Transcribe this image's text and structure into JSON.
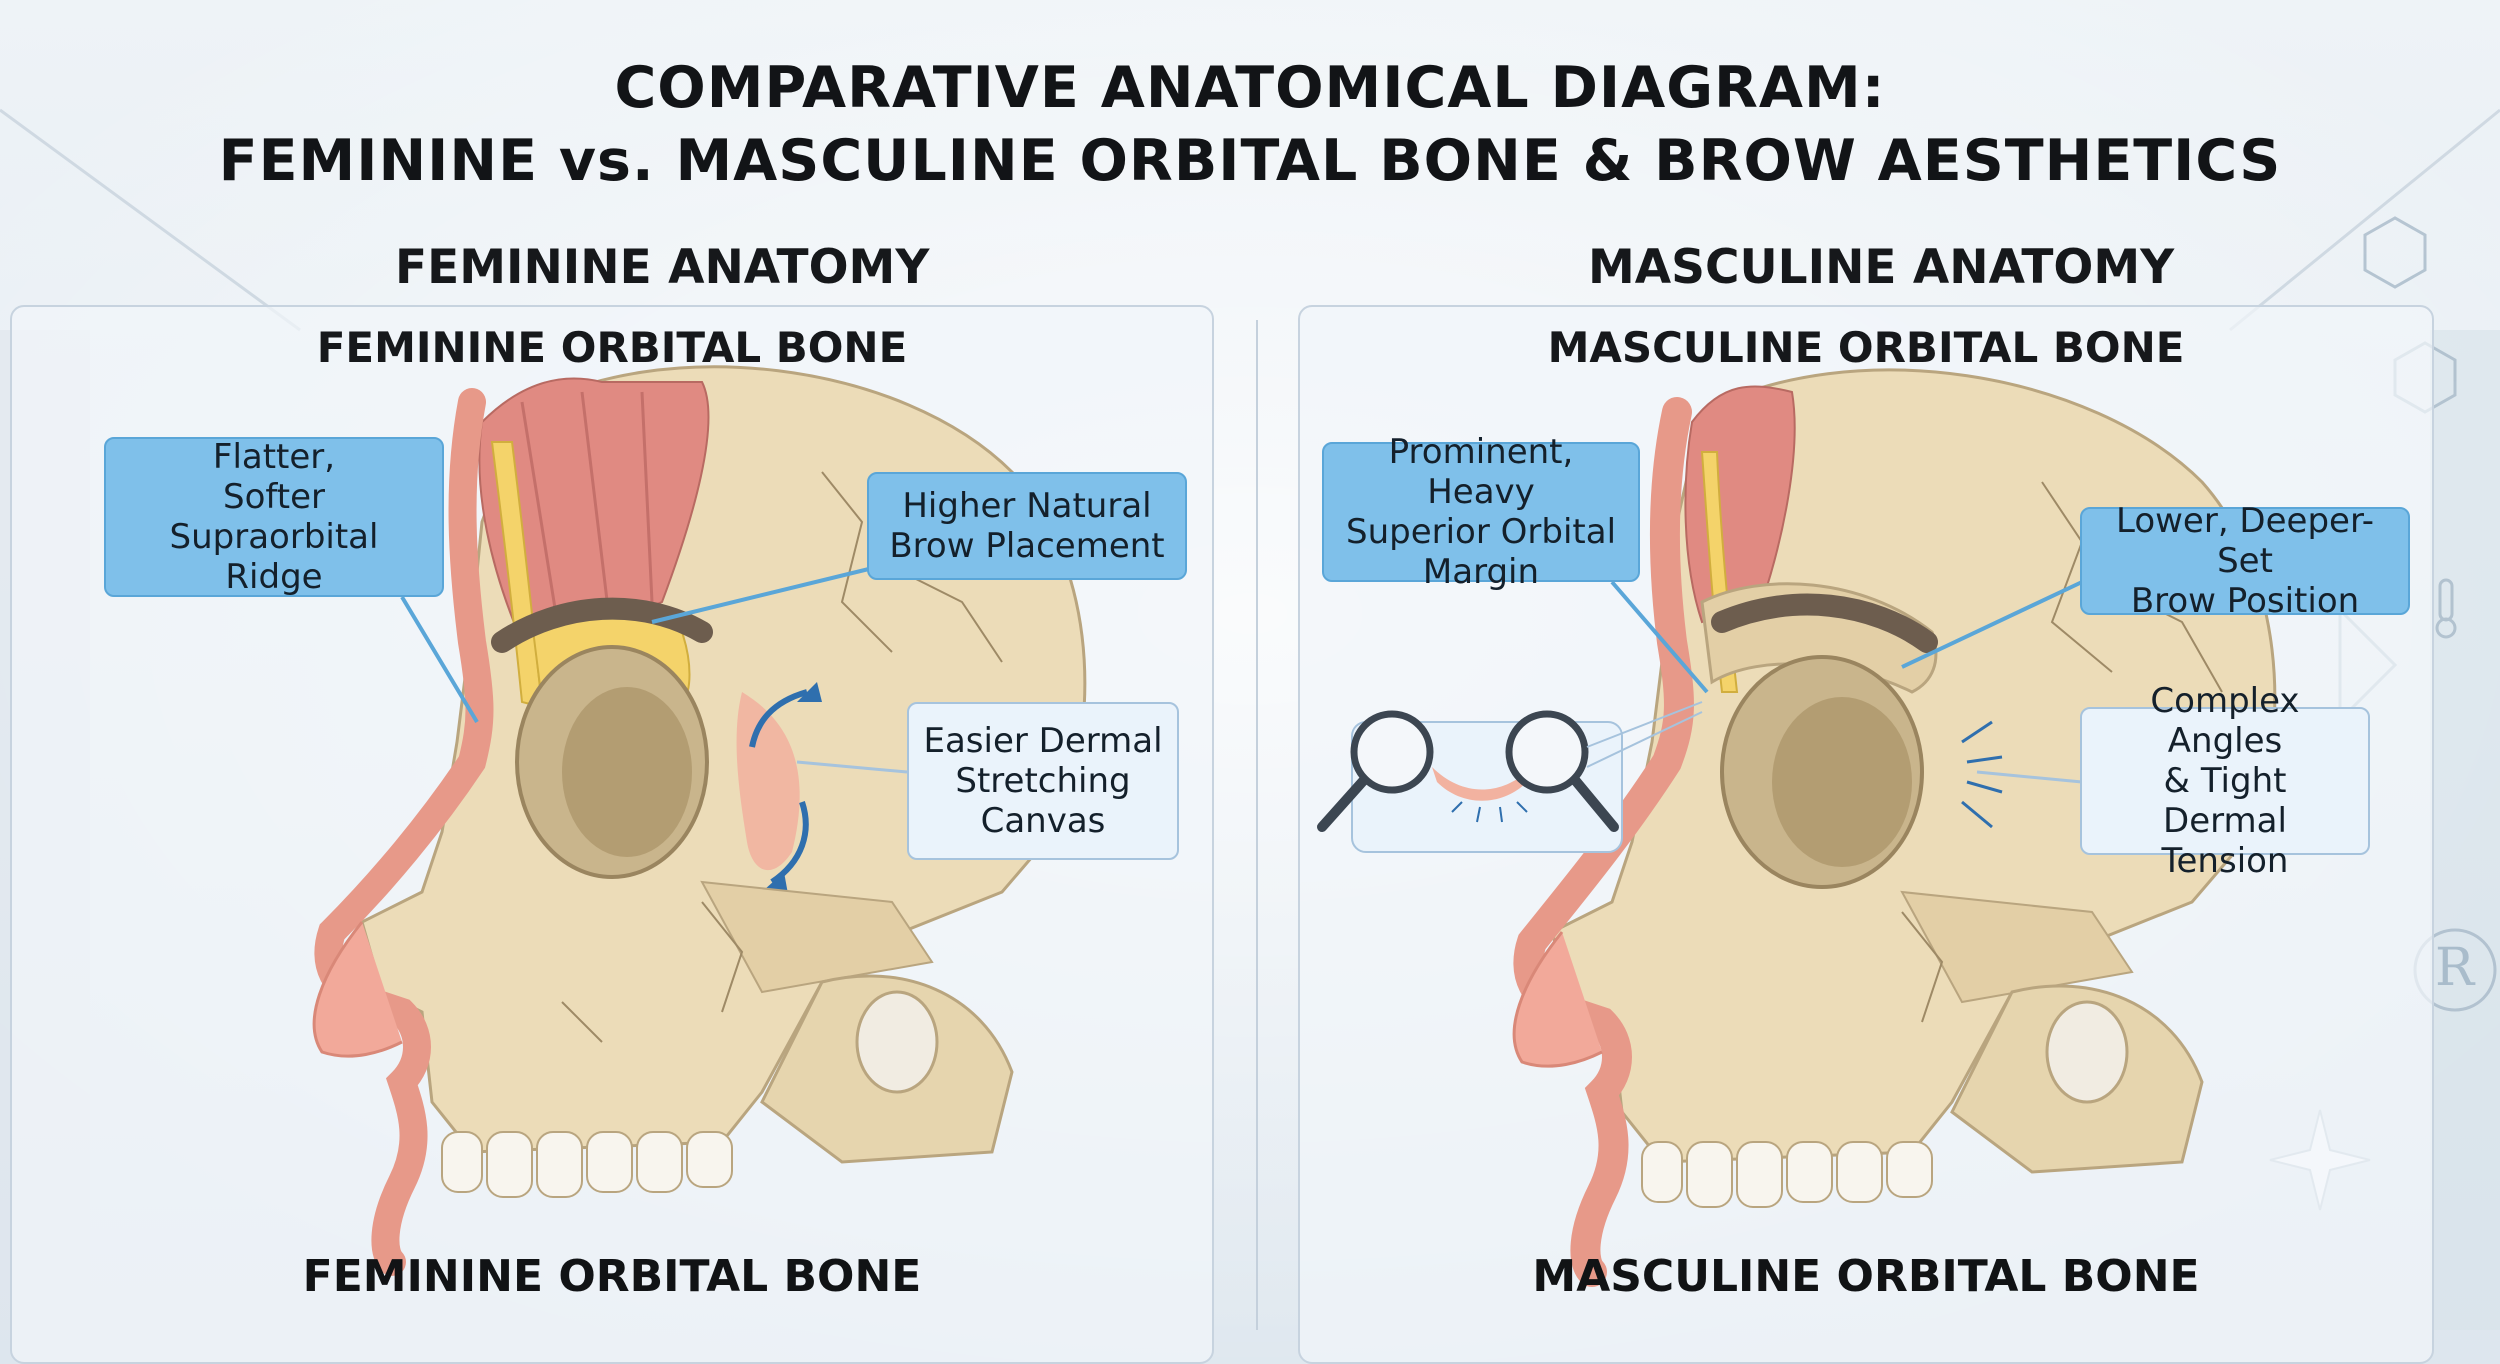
{
  "title": {
    "line1": "COMPARATIVE ANATOMICAL DIAGRAM:",
    "line2": "FEMININE vs. MASCULINE ORBITAL BONE & BROW AESTHETICS"
  },
  "feminine": {
    "section_heading": "FEMININE ANATOMY",
    "panel_heading": "FEMININE ORBITAL BONE",
    "footer": "FEMININE ORBITAL BONE",
    "callouts": {
      "ridge": [
        "Flatter,",
        "Softer",
        "Supraorbital Ridge"
      ],
      "brow": [
        "Higher Natural",
        "Brow Placement"
      ],
      "dermal": [
        "Easier Dermal",
        "Stretching",
        "Canvas"
      ]
    }
  },
  "masculine": {
    "section_heading": "MASCULINE ANATOMY",
    "panel_heading": "MASCULINE ORBITAL BONE",
    "footer": "MASCULINE ORBITAL BONE",
    "callouts": {
      "margin": [
        "Prominent, Heavy",
        "Superior Orbital",
        "Margin"
      ],
      "brow": [
        "Lower, Deeper-Set",
        "Brow Position"
      ],
      "tension": [
        "Complex Angles",
        "& Tight",
        "Dermal Tension"
      ]
    }
  },
  "icons": [
    "magnifier-icon",
    "rx-symbol-icon",
    "thermometer-icon",
    "sparkle-icon"
  ],
  "colors": {
    "callout_blue": "#7fc0ea",
    "callout_light": "#eaf3fb",
    "bone": "#ecdcb8",
    "muscle": "#e08a82",
    "fat": "#f4d36a",
    "skin": "#f2a99a"
  }
}
